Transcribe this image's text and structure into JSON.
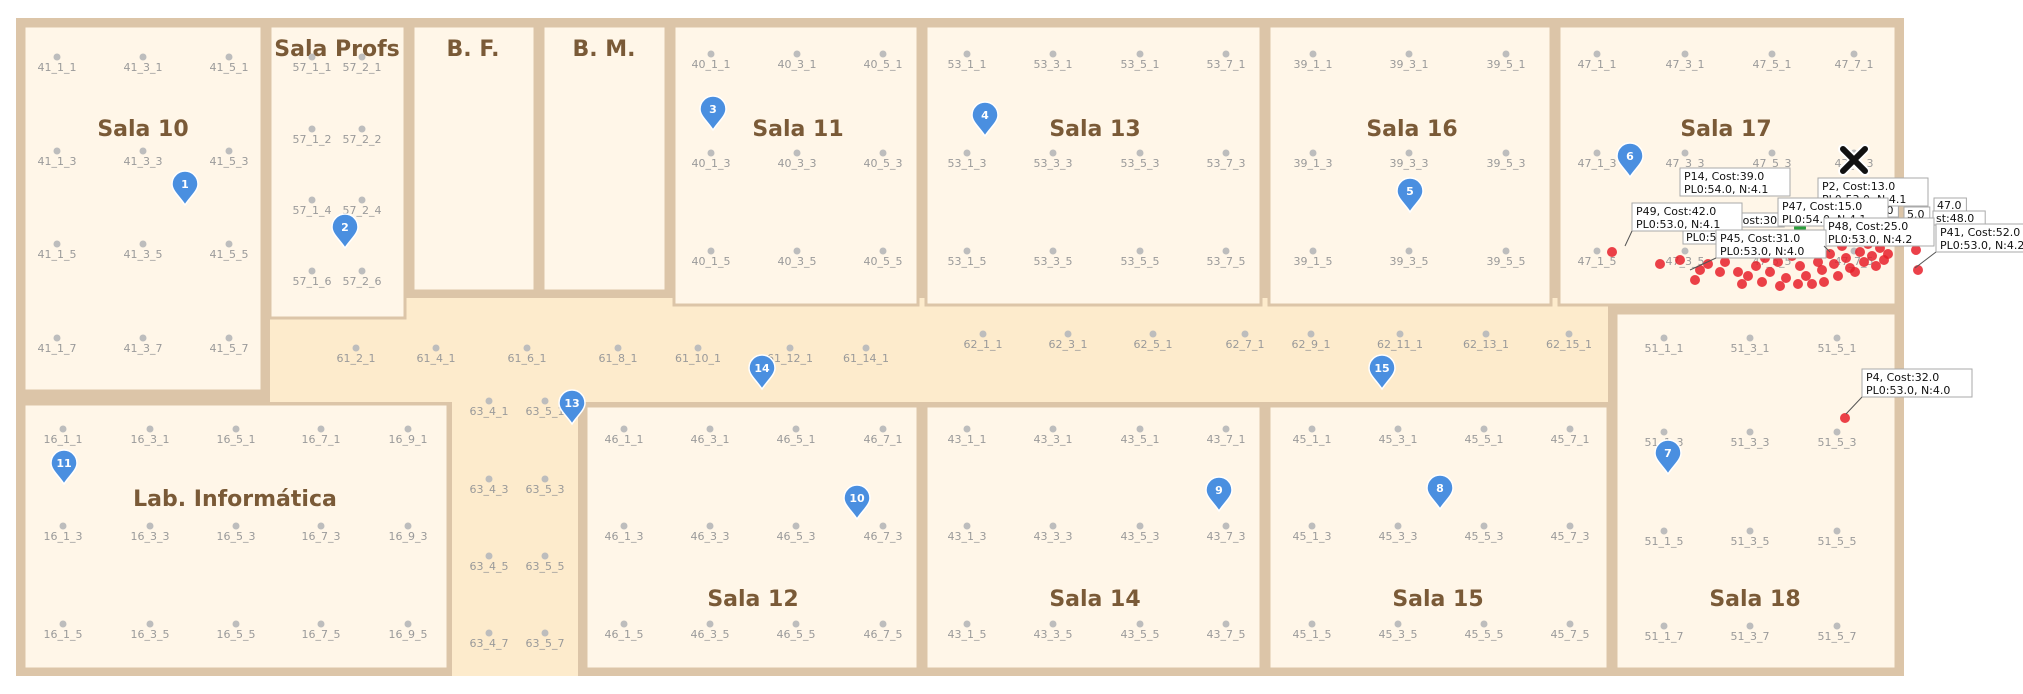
{
  "colors": {
    "wall": "#dcc5a8",
    "room_fill": "#fff6e8",
    "corridor_fill": "#fdebcc",
    "room_label": "#7a5a37",
    "dot": "#bdbdbd",
    "dot_label": "#9a9a9a",
    "pin": "#4a8fe0",
    "red_dot": "#e8202a",
    "green_dot": "#2a9d3a",
    "callout_border": "#aaaaaa"
  },
  "rooms": [
    {
      "key": "sala10",
      "label": "Sala 10"
    },
    {
      "key": "salaprofs",
      "label": "Sala Profs"
    },
    {
      "key": "bf",
      "label": "B. F."
    },
    {
      "key": "bm",
      "label": "B. M."
    },
    {
      "key": "sala11",
      "label": "Sala 11"
    },
    {
      "key": "sala13",
      "label": "Sala 13"
    },
    {
      "key": "sala16",
      "label": "Sala 16"
    },
    {
      "key": "sala17",
      "label": "Sala 17"
    },
    {
      "key": "labinf",
      "label": "Lab. Informática"
    },
    {
      "key": "sala12",
      "label": "Sala 12"
    },
    {
      "key": "sala14",
      "label": "Sala 14"
    },
    {
      "key": "sala15",
      "label": "Sala 15"
    },
    {
      "key": "sala18",
      "label": "Sala 18"
    }
  ],
  "positions": {
    "sala10": [
      "41_1_1",
      "41_3_1",
      "41_5_1",
      "41_1_3",
      "41_3_3",
      "41_5_3",
      "41_1_5",
      "41_3_5",
      "41_5_5",
      "41_1_7",
      "41_3_7",
      "41_5_7"
    ],
    "salaprofs": [
      "57_1_1",
      "57_2_1",
      "57_1_2",
      "57_2_2",
      "57_1_4",
      "57_2_4",
      "57_1_6",
      "57_2_6"
    ],
    "sala11": [
      "40_1_1",
      "40_3_1",
      "40_5_1",
      "40_1_3",
      "40_3_3",
      "40_5_3",
      "40_1_5",
      "40_3_5",
      "40_5_5"
    ],
    "sala13": [
      "53_1_1",
      "53_3_1",
      "53_5_1",
      "53_7_1",
      "53_1_3",
      "53_3_3",
      "53_5_3",
      "53_7_3",
      "53_1_5",
      "53_3_5",
      "53_5_5",
      "53_7_5"
    ],
    "sala16": [
      "39_1_1",
      "39_3_1",
      "39_5_1",
      "39_1_3",
      "39_3_3",
      "39_5_3",
      "39_1_5",
      "39_3_5",
      "39_5_5"
    ],
    "sala17": [
      "47_1_1",
      "47_3_1",
      "47_5_1",
      "47_7_1",
      "47_1_3",
      "47_3_3",
      "47_5_3",
      "47_7_3",
      "47_1_5",
      "47_3_5",
      "47_5_5",
      "47_7_5"
    ],
    "corridor62": [
      "62_1_1",
      "62_3_1",
      "62_5_1",
      "62_7_1",
      "62_9_1",
      "62_11_1",
      "62_13_1",
      "62_15_1"
    ],
    "corridor61": [
      "61_2_1",
      "61_4_1",
      "61_6_1",
      "61_8_1",
      "61_10_1",
      "61_12_1",
      "61_14_1"
    ],
    "corridor63": [
      "63_4_1",
      "63_5_1",
      "63_4_3",
      "63_5_3",
      "63_4_5",
      "63_5_5",
      "63_4_7",
      "63_5_7"
    ],
    "labinf": [
      "16_1_1",
      "16_3_1",
      "16_5_1",
      "16_7_1",
      "16_9_1",
      "16_1_3",
      "16_3_3",
      "16_5_3",
      "16_7_3",
      "16_9_3",
      "16_1_5",
      "16_3_5",
      "16_5_5",
      "16_7_5",
      "16_9_5"
    ],
    "sala12": [
      "46_1_1",
      "46_3_1",
      "46_5_1",
      "46_7_1",
      "46_1_3",
      "46_3_3",
      "46_5_3",
      "46_7_3",
      "46_1_5",
      "46_3_5",
      "46_5_5",
      "46_7_5"
    ],
    "sala14": [
      "43_1_1",
      "43_3_1",
      "43_5_1",
      "43_7_1",
      "43_1_3",
      "43_3_3",
      "43_5_3",
      "43_7_3",
      "43_1_5",
      "43_3_5",
      "43_5_5",
      "43_7_5"
    ],
    "sala15": [
      "45_1_1",
      "45_3_1",
      "45_5_1",
      "45_7_1",
      "45_1_3",
      "45_3_3",
      "45_5_3",
      "45_7_3",
      "45_1_5",
      "45_3_5",
      "45_5_5",
      "45_7_5"
    ],
    "sala18": [
      "51_1_1",
      "51_3_1",
      "51_5_1",
      "51_1_3",
      "51_3_3",
      "51_5_3",
      "51_1_5",
      "51_3_5",
      "51_5_5",
      "51_1_7",
      "51_3_7",
      "51_5_7"
    ]
  },
  "markers": [
    "1",
    "2",
    "3",
    "4",
    "5",
    "6",
    "7",
    "8",
    "9",
    "10",
    "11",
    "13",
    "14",
    "15"
  ],
  "callouts": [
    {
      "id": "p14",
      "lines": [
        "P14, Cost:39.0",
        "PL0:54.0, N:4.1"
      ]
    },
    {
      "id": "p2",
      "lines": [
        "P2, Cost:13.0",
        "PL0:53.0, N:4.1"
      ]
    },
    {
      "id": "p47",
      "lines": [
        "P47, Cost:15.0",
        "PL0:54.0, N:4.1"
      ]
    },
    {
      "id": "p49",
      "lines": [
        "P49, Cost:42.0",
        "PL0:53.0, N:4.1"
      ]
    },
    {
      "id": "p48",
      "lines": [
        "P48, Cost:25.0",
        "PL0:53.0, N:4.2"
      ]
    },
    {
      "id": "p45",
      "lines": [
        "P45, Cost:31.0",
        "PL0:53.0, N:4.0"
      ]
    },
    {
      "id": "p41",
      "lines": [
        "P41, Cost:52.0",
        "PL0:53.0, N:4.2"
      ]
    },
    {
      "id": "p4",
      "lines": [
        "P4, Cost:32.0",
        "PL0:53.0, N:4.0"
      ]
    }
  ],
  "callout_fragments": [
    "st:33.0",
    "13.0",
    "47.0",
    "st:48.0",
    "PL0:5",
    "N:4.1",
    "Cost:30",
    "5.0"
  ]
}
